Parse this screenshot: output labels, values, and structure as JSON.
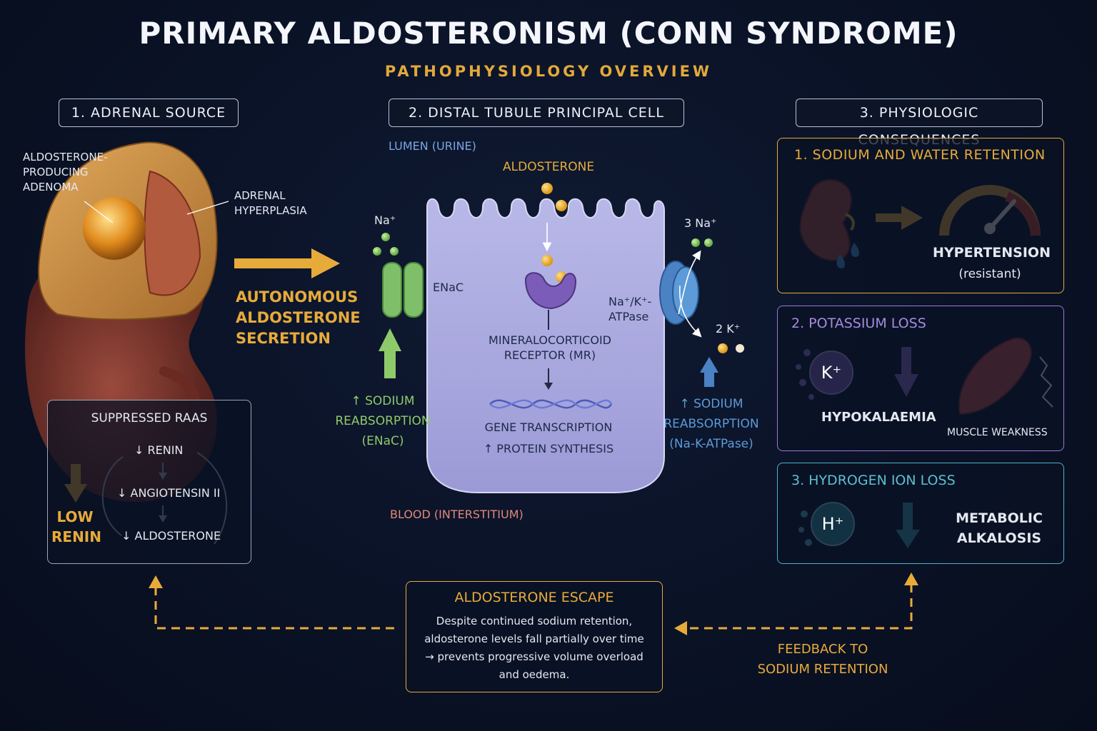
{
  "title": "PRIMARY ALDOSTERONISM (CONN SYNDROME)",
  "subtitle": "PATHOPHYSIOLOGY OVERVIEW",
  "sections": {
    "adrenal": "1. ADRENAL SOURCE",
    "cell": "2. DISTAL TUBULE PRINCIPAL CELL",
    "consequences": "3. PHYSIOLOGIC CONSEQUENCES"
  },
  "adrenal": {
    "adenoma_label": [
      "ALDOSTERONE-",
      "PRODUCING",
      "ADENOMA"
    ],
    "hyperplasia_label": [
      "ADRENAL",
      "HYPERPLASIA"
    ],
    "secretion_label": [
      "AUTONOMOUS",
      "ALDOSTERONE",
      "SECRETION"
    ]
  },
  "raas": {
    "title": "SUPPRESSED RAAS",
    "renin": "↓ RENIN",
    "angiotensin": "↓ ANGIOTENSIN II",
    "aldosterone": "↓ ALDOSTERONE",
    "low_renin": [
      "LOW",
      "RENIN"
    ]
  },
  "cell": {
    "lumen": "LUMEN (URINE)",
    "blood": "BLOOD (INTERSTITIUM)",
    "aldosterone": "ALDOSTERONE",
    "na": "Na⁺",
    "enac": "ENaC",
    "mr": [
      "MINERALOCORTICOID",
      "RECEPTOR (MR)"
    ],
    "gene": "GENE TRANSCRIPTION",
    "protein": "↑ PROTEIN SYNTHESIS",
    "na_out": "3 Na⁺",
    "k_in": "2 K⁺",
    "pump": [
      "Na⁺/K⁺-",
      "ATPase"
    ],
    "sodium_left": [
      "↑ SODIUM",
      "REABSORPTION",
      "(ENaC)"
    ],
    "sodium_right": [
      "↑ SODIUM",
      "REABSORPTION",
      "(Na-K-ATPase)"
    ]
  },
  "consequences": {
    "c1": {
      "title": "1. SODIUM AND WATER RETENTION",
      "result": "HYPERTENSION",
      "detail": "(resistant)"
    },
    "c2": {
      "title": "2. POTASSIUM LOSS",
      "ion": "K⁺",
      "result": "HYPOKALAEMIA",
      "detail": "MUSCLE WEAKNESS"
    },
    "c3": {
      "title": "3. HYDROGEN ION LOSS",
      "ion": "H⁺",
      "result": [
        "METABOLIC",
        "ALKALOSIS"
      ]
    }
  },
  "escape": {
    "title": "ALDOSTERONE ESCAPE",
    "text": [
      "Despite continued sodium retention,",
      "aldosterone levels fall partially over time",
      "→ prevents progressive volume overload",
      "and oedema."
    ]
  },
  "feedback": [
    "FEEDBACK TO",
    "SODIUM RETENTION"
  ],
  "colors": {
    "gold": "#e7ab3a",
    "green": "#8fca6a",
    "blue": "#5c9ad8",
    "purple": "#9b79d4",
    "teal": "#4fb3c4"
  }
}
